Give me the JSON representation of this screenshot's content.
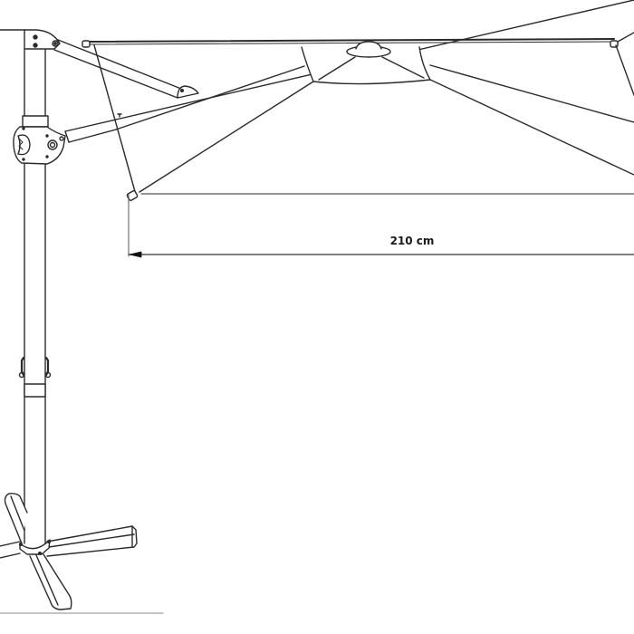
{
  "diagram": {
    "subject": "cantilever parasol line drawing",
    "dimension": {
      "label": "210 cm",
      "axis": "horizontal"
    },
    "colors": {
      "line": "#2a2a2a",
      "dimension_line": "#555555",
      "background": "#ffffff"
    }
  }
}
